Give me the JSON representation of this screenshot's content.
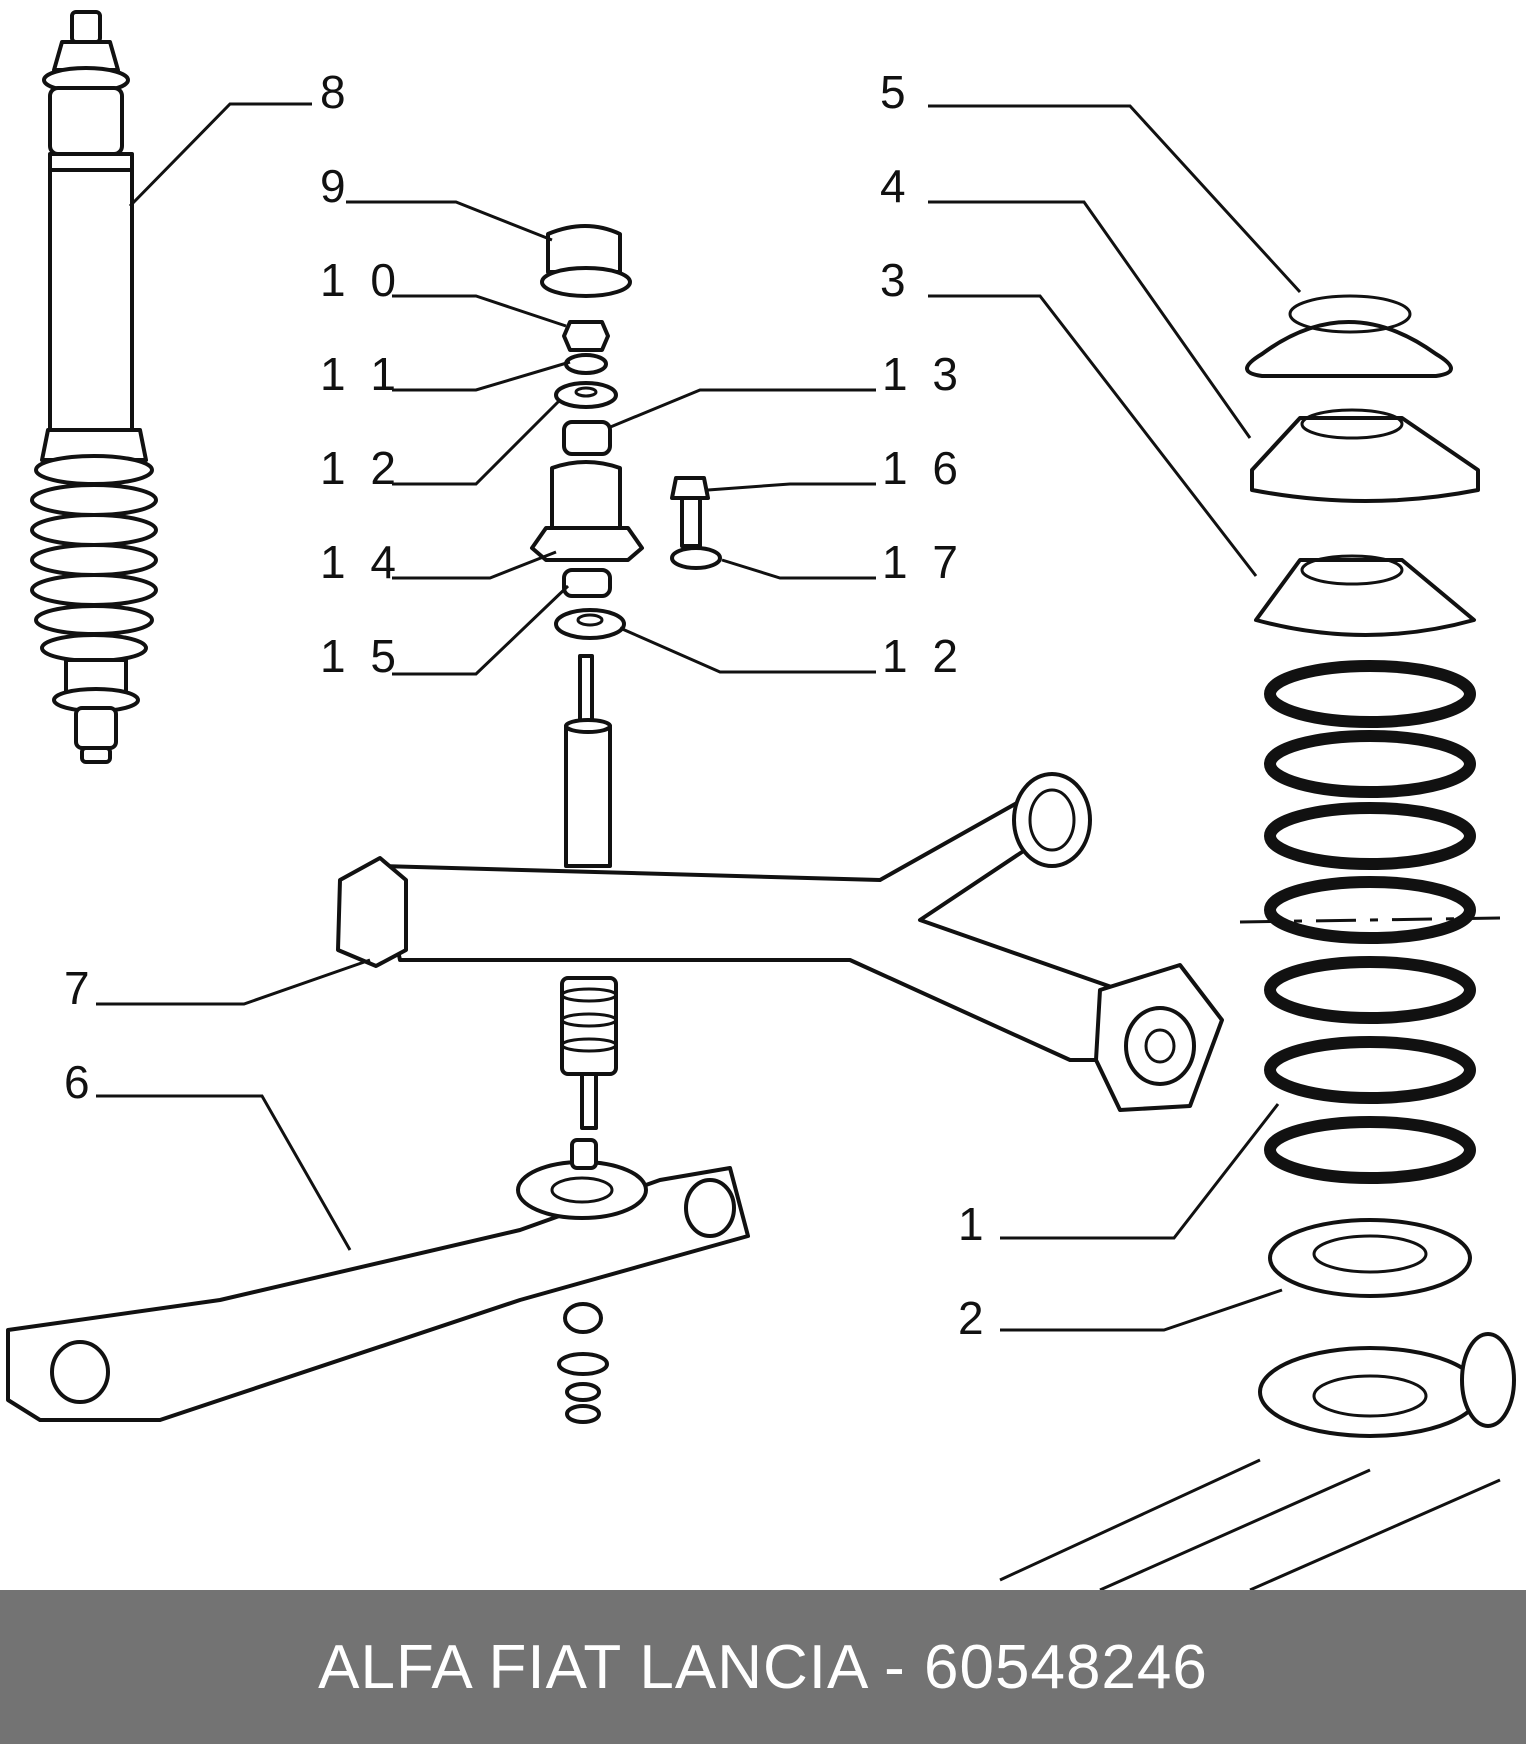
{
  "callouts": {
    "c1": "1",
    "c2": "2",
    "c3": "3",
    "c4": "4",
    "c5": "5",
    "c6": "6",
    "c7": "7",
    "c8": "8",
    "c9": "9",
    "c10": "1 0",
    "c11": "1 1",
    "c12a": "1 2",
    "c12b": "1 2",
    "c13": "1 3",
    "c14": "1 4",
    "c15": "1 5",
    "c16": "1 6",
    "c17": "1 7"
  },
  "footer": {
    "label": "ALFA FIAT LANCIA - 60548246"
  }
}
